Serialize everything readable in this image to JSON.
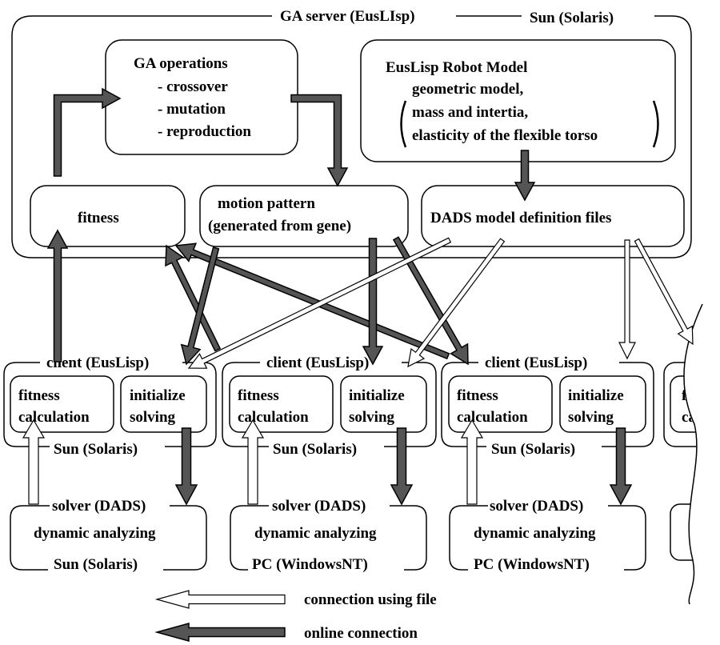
{
  "server": {
    "title": "GA server (EusLIsp)",
    "platform": "Sun (Solaris)",
    "ga_ops": {
      "title": "GA operations",
      "items": [
        "- crossover",
        "- mutation",
        "- reproduction"
      ]
    },
    "robot_model": {
      "title": "EusLisp Robot Model",
      "lines": [
        "geometric model,",
        "mass and intertia,",
        "elasticity of the flexible torso"
      ]
    },
    "fitness": "fitness",
    "motion": [
      "motion pattern",
      "(generated from gene)"
    ],
    "dads_files": "DADS  model definition files"
  },
  "clients": [
    {
      "title": "client (EusLisp)",
      "fitness_calc": [
        "fitness",
        "calculation"
      ],
      "init_solving": [
        "initialize",
        "solving"
      ],
      "platform": "Sun (Solaris)",
      "solver": "solver (DADS)",
      "analyzing": "dynamic analyzing",
      "solver_platform": "Sun (Solaris)"
    },
    {
      "title": "client (EusLisp)",
      "fitness_calc": [
        "fitness",
        "calculation"
      ],
      "init_solving": [
        "initialize",
        "solving"
      ],
      "platform": "Sun (Solaris)",
      "solver": "solver (DADS)",
      "analyzing": "dynamic analyzing",
      "solver_platform": "PC (WindowsNT)"
    },
    {
      "title": "client (EusLisp)",
      "fitness_calc": [
        "fitness",
        "calculation"
      ],
      "init_solving": [
        "initialize",
        "solving"
      ],
      "platform": "Sun (Solaris)",
      "solver": "solver (DADS)",
      "analyzing": "dynamic analyzing",
      "solver_platform": "PC (WindowsNT)"
    }
  ],
  "partial_client": {
    "fitness_fragment": [
      "fi",
      "ca"
    ]
  },
  "legend": {
    "file": "connection using file",
    "online": "online connection"
  }
}
